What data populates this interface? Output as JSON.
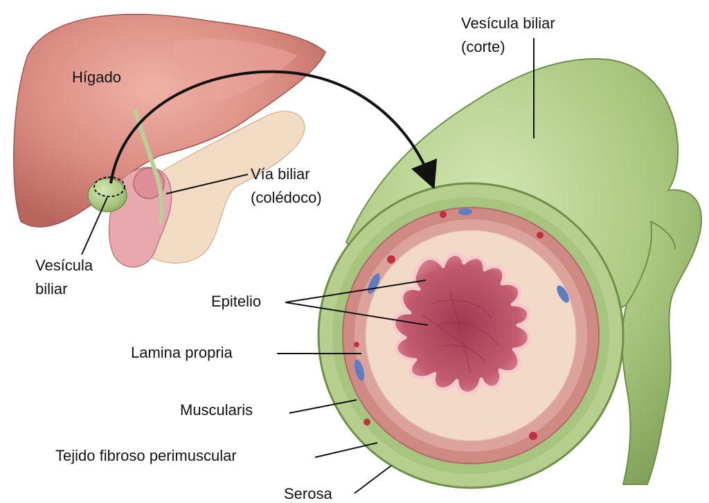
{
  "labels": {
    "higado": "Hígado",
    "vesicula_corte_line1": "Vesícula biliar",
    "vesicula_corte_line2": "(corte)",
    "via_biliar_line1": "Vía biliar",
    "via_biliar_line2": "(colédoco)",
    "vesicula_line1": "Vesícula",
    "vesicula_line2": "biliar",
    "epitelio": "Epitelio",
    "lamina_propria": "Lamina propria",
    "muscularis": "Muscularis",
    "tejido_fibroso": "Tejido fibroso perimuscular",
    "serosa": "Serosa"
  },
  "colors": {
    "liver": "#d98a80",
    "pancreas": "#f2dcc4",
    "gallbladder_green": "#a9c77e",
    "mucosa": "#c25b6e",
    "lamina": "#f3d9c8",
    "muscle": "#cf8a84"
  }
}
